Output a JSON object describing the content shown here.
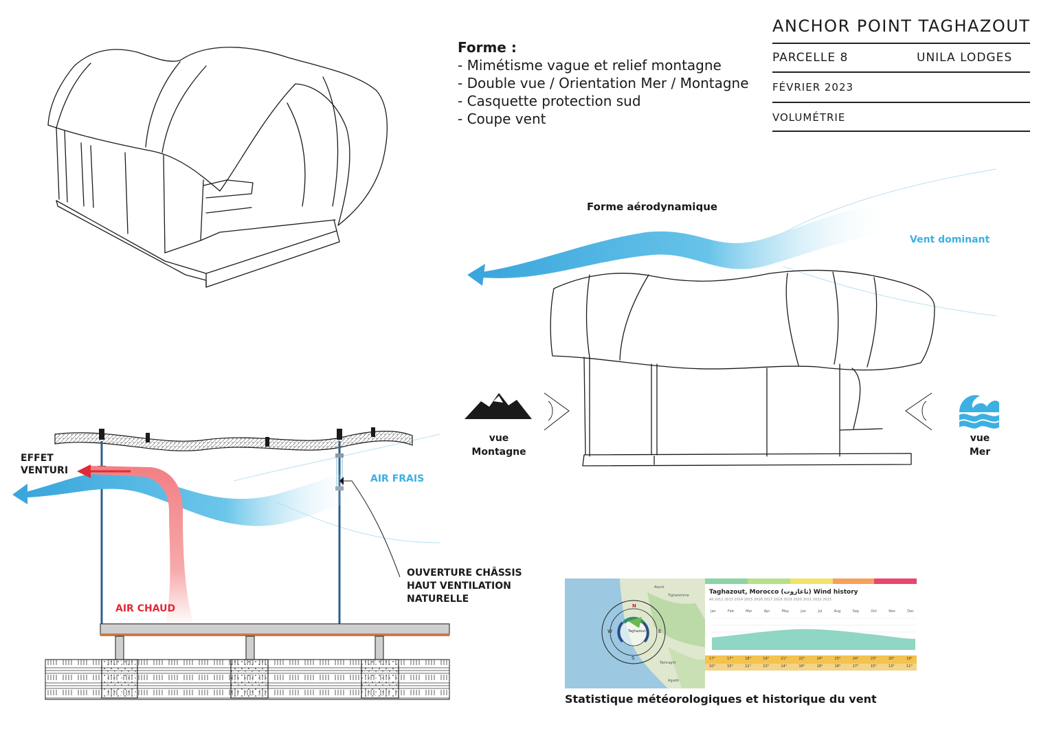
{
  "title_block": {
    "project": "ANCHOR POINT TAGHAZOUT",
    "parcel": "PARCELLE 8",
    "lodge": "UNILA LODGES",
    "date": "FÉVRIER 2023",
    "subject": "VOLUMÉTRIE"
  },
  "forme": {
    "heading": "Forme :",
    "items": [
      "- Mimétisme vague et relief montagne",
      "- Double vue / Orientation Mer / Montagne",
      "- Casquette protection sud",
      "- Coupe vent"
    ]
  },
  "elevation": {
    "aero_label": "Forme aérodynamique",
    "wind_label": "Vent dominant",
    "view_mountain": [
      "vue",
      "Montagne"
    ],
    "view_sea": [
      "vue",
      "Mer"
    ]
  },
  "section": {
    "venturi": [
      "EFFET",
      "VENTURI"
    ],
    "fresh_air": "AIR FRAIS",
    "hot_air": "AIR CHAUD",
    "opening": [
      "OUVERTURE CHÂSSIS",
      "HAUT VENTILATION",
      "NATURELLE"
    ]
  },
  "weather": {
    "chart_title": "Taghazout, Morocco (تاغازوت) Wind history",
    "years": "All  2012  2013  2014  2015  2016  2017  2018  2019  2020  2021  2022  2023",
    "months": [
      "Jan",
      "Feb",
      "Mar",
      "Apr",
      "May",
      "Jun",
      "Jul",
      "Aug",
      "Sep",
      "Oct",
      "Nov",
      "Dec"
    ],
    "temps_high": [
      "17°",
      "17°",
      "18°",
      "19°",
      "21°",
      "22°",
      "24°",
      "25°",
      "24°",
      "23°",
      "20°",
      "18°"
    ],
    "temps_low": [
      "10°",
      "10°",
      "11°",
      "13°",
      "14°",
      "16°",
      "18°",
      "18°",
      "17°",
      "15°",
      "13°",
      "11°"
    ],
    "compass": {
      "n": "N",
      "e": "E",
      "s": "S",
      "w": "W"
    },
    "map_places": [
      "Tighanimine",
      "Aourir",
      "Taghazout",
      "Tamraght",
      "Agadir"
    ],
    "colors": {
      "band1": "#8dd3a5",
      "band2": "#b8e08a",
      "band3": "#f1e26a",
      "band4": "#f6a05a",
      "band5": "#e8466e",
      "area": "#8fd6c4"
    },
    "caption": "Statistique météorologiques et historique du vent"
  },
  "colors": {
    "wind_blue": "#3cb0e2",
    "hot_red": "#e02b36",
    "ink": "#1a1a1a"
  }
}
